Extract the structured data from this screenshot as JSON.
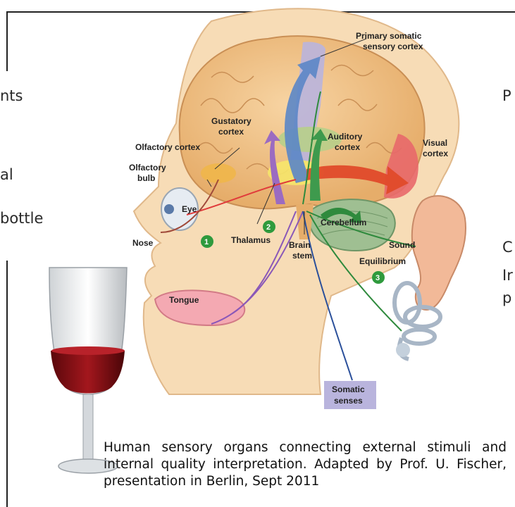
{
  "left_fragments": [
    "nts",
    "al",
    "bottle"
  ],
  "right_fragments": [
    "P",
    "C",
    "Ir",
    "p"
  ],
  "labels": {
    "primary_somatic": [
      "Primary somatic",
      "sensory cortex"
    ],
    "gustatory": [
      "Gustatory",
      "cortex"
    ],
    "olfactory_cortex": "Olfactory cortex",
    "auditory": [
      "Auditory",
      "cortex"
    ],
    "visual": [
      "Visual",
      "cortex"
    ],
    "olfactory_bulb": [
      "Olfactory",
      "bulb"
    ],
    "eye": "Eye",
    "nose": "Nose",
    "thalamus": "Thalamus",
    "cerebellum": "Cerebellum",
    "sound": "Sound",
    "brain_stem": [
      "Brain",
      "stem"
    ],
    "equilibrium": "Equilibrium",
    "tongue": "Tongue",
    "somatic": [
      "Somatic",
      "senses"
    ],
    "num1": "1",
    "num2": "2",
    "num3": "3"
  },
  "caption": "Human sensory organs connecting external stimuli and internal quality interpretation. Adapted by Prof. U. Fischer, presentation in Berlin, Sept 2011",
  "colors": {
    "skin": "#f6d9b0",
    "brain": "#f1c184",
    "somatic_cortex": "#b9b4dd",
    "visual_cortex": "#e8686a",
    "auditory_cortex": "#b7cf8a",
    "cerebellum": "#9fbf92",
    "wine": "#8e0f14",
    "green_badge": "#2f9a3d"
  }
}
